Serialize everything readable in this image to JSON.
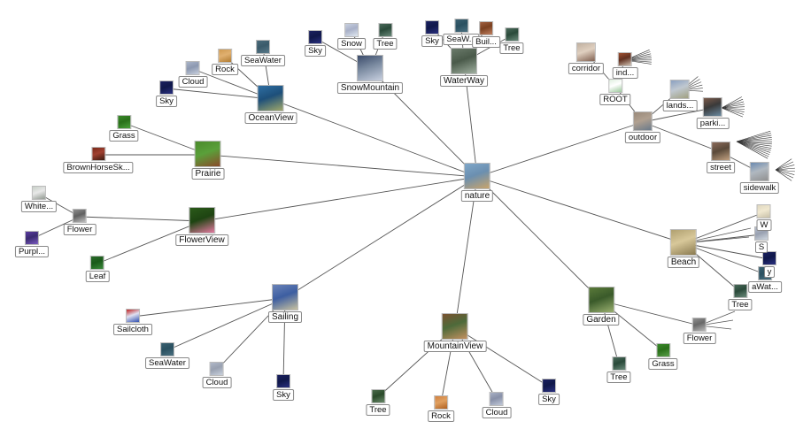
{
  "graph": {
    "center": "nature",
    "nodes": [
      {
        "id": "nature",
        "label": "nature",
        "size": "big",
        "colors": [
          "#7fa7c9",
          "#c9a46b",
          "#6b8fb0"
        ]
      },
      {
        "id": "OceanView",
        "label": "OceanView",
        "size": "big",
        "colors": [
          "#2f6fa3",
          "#a0a86a",
          "#1d4f7a"
        ]
      },
      {
        "id": "Prairie",
        "label": "Prairie",
        "size": "big",
        "colors": [
          "#4a8a2b",
          "#8b4a2a",
          "#5aa03a"
        ]
      },
      {
        "id": "FlowerView",
        "label": "FlowerView",
        "size": "big",
        "colors": [
          "#2b5a1a",
          "#e57aa0",
          "#1e4412"
        ]
      },
      {
        "id": "Sailing",
        "label": "Sailing",
        "size": "big",
        "colors": [
          "#6a83b8",
          "#c7c1a0",
          "#3d5ea1"
        ]
      },
      {
        "id": "MountainView",
        "label": "MountainView",
        "size": "big",
        "colors": [
          "#7a5230",
          "#c39060",
          "#4d6a3a"
        ]
      },
      {
        "id": "Garden",
        "label": "Garden",
        "size": "big",
        "colors": [
          "#5a7a3a",
          "#9ab070",
          "#3a5a2a"
        ]
      },
      {
        "id": "Beach",
        "label": "Beach",
        "size": "big",
        "colors": [
          "#b0a070",
          "#8a7a50",
          "#d8c89a"
        ]
      },
      {
        "id": "outdoor",
        "label": "outdoor",
        "size": "mid",
        "colors": [
          "#9a8a7a",
          "#6a7a8a",
          "#b0a090"
        ]
      },
      {
        "id": "SnowMountain",
        "label": "SnowMountain",
        "size": "big",
        "colors": [
          "#3a4a6a",
          "#c8d0e0",
          "#7a8aa0"
        ]
      },
      {
        "id": "WaterWay",
        "label": "WaterWay",
        "size": "big",
        "colors": [
          "#6a7a6a",
          "#a0b0a0",
          "#4a5a4a"
        ]
      },
      {
        "id": "ROOT",
        "label": "ROOT",
        "size": "small",
        "colors": [
          "#dff0df",
          "#9ac89a",
          "#ffffff"
        ]
      },
      {
        "id": "corridor",
        "label": "corridor",
        "size": "mid",
        "colors": [
          "#c0b0a0",
          "#806050",
          "#e0d0c0"
        ]
      },
      {
        "id": "ind",
        "label": "ind...",
        "size": "small",
        "colors": [
          "#a05030",
          "#d0c0b0",
          "#603020"
        ]
      },
      {
        "id": "lands",
        "label": "lands...",
        "size": "mid",
        "colors": [
          "#8aa0c0",
          "#a0a080",
          "#c0c8d0"
        ]
      },
      {
        "id": "parki",
        "label": "parki...",
        "size": "mid",
        "colors": [
          "#7a5a4a",
          "#6a8aa0",
          "#3a3a3a"
        ]
      },
      {
        "id": "street",
        "label": "street",
        "size": "mid",
        "colors": [
          "#8a6a5a",
          "#c0a080",
          "#5a4a3a"
        ]
      },
      {
        "id": "sidewalk",
        "label": "sidewalk",
        "size": "mid",
        "colors": [
          "#6a8ab0",
          "#909090",
          "#b0b8c0"
        ]
      },
      {
        "id": "oc_sky",
        "label": "Sky",
        "size": "small",
        "colors": [
          "#1a2060",
          "#2a3080",
          "#10184a"
        ]
      },
      {
        "id": "oc_cloud",
        "label": "Cloud",
        "size": "small",
        "colors": [
          "#aab4c8",
          "#c8d0de",
          "#8c98b0"
        ]
      },
      {
        "id": "oc_rock",
        "label": "Rock",
        "size": "small",
        "colors": [
          "#d09a50",
          "#b07a30",
          "#e0b070"
        ]
      },
      {
        "id": "oc_seawater",
        "label": "SeaWater",
        "size": "small",
        "colors": [
          "#4a6a7a",
          "#5a7a8a",
          "#3a5a6a"
        ]
      },
      {
        "id": "pr_grass",
        "label": "Grass",
        "size": "small",
        "colors": [
          "#3a8a2a",
          "#4aa03a",
          "#2a701a"
        ]
      },
      {
        "id": "pr_horse",
        "label": "BrownHorseSk...",
        "size": "small",
        "colors": [
          "#7a2a1a",
          "#3a1a10",
          "#a04030"
        ]
      },
      {
        "id": "fl_flower",
        "label": "Flower",
        "size": "small",
        "colors": [
          "#909090",
          "#c0c0c0",
          "#606060"
        ]
      },
      {
        "id": "fl_leaf",
        "label": "Leaf",
        "size": "small",
        "colors": [
          "#2a6a2a",
          "#3a8a3a",
          "#1a5a1a"
        ]
      },
      {
        "id": "fl_white",
        "label": "White...",
        "size": "small",
        "colors": [
          "#c8d0c8",
          "#909890",
          "#e8e8e8"
        ]
      },
      {
        "id": "fl_purple",
        "label": "Purpl...",
        "size": "small",
        "colors": [
          "#5a3aa0",
          "#7a5ac0",
          "#3a2a70"
        ]
      },
      {
        "id": "sa_sailcloth",
        "label": "Sailcloth",
        "size": "small",
        "colors": [
          "#c02020",
          "#3050b0",
          "#e0e0f0"
        ]
      },
      {
        "id": "sa_seawater",
        "label": "SeaWater",
        "size": "small",
        "colors": [
          "#3a6070",
          "#4a7080",
          "#2a5060"
        ]
      },
      {
        "id": "sa_cloud",
        "label": "Cloud",
        "size": "small",
        "colors": [
          "#b0b8c8",
          "#c8d0dc",
          "#98a0b0"
        ]
      },
      {
        "id": "sa_sky",
        "label": "Sky",
        "size": "small",
        "colors": [
          "#1a2060",
          "#2a3080",
          "#10184a"
        ]
      },
      {
        "id": "mv_tree",
        "label": "Tree",
        "size": "small",
        "colors": [
          "#4a6a4a",
          "#6a8a6a",
          "#2a4a2a"
        ]
      },
      {
        "id": "mv_rock",
        "label": "Rock",
        "size": "small",
        "colors": [
          "#d08040",
          "#b06020",
          "#e0a060"
        ]
      },
      {
        "id": "mv_cloud",
        "label": "Cloud",
        "size": "small",
        "colors": [
          "#a8b0c4",
          "#c0c8d8",
          "#8890a8"
        ]
      },
      {
        "id": "mv_sky",
        "label": "Sky",
        "size": "small",
        "colors": [
          "#1a2060",
          "#2a3080",
          "#10184a"
        ]
      },
      {
        "id": "ga_tree",
        "label": "Tree",
        "size": "small",
        "colors": [
          "#4a6a5a",
          "#6a8a7a",
          "#2a4a3a"
        ]
      },
      {
        "id": "ga_grass",
        "label": "Grass",
        "size": "small",
        "colors": [
          "#3a8a2a",
          "#5aa04a",
          "#2a701a"
        ]
      },
      {
        "id": "ga_flower",
        "label": "Flower",
        "size": "small",
        "colors": [
          "#909090",
          "#b8b8b8",
          "#686868"
        ]
      },
      {
        "id": "be_tree",
        "label": "Tree",
        "size": "small",
        "colors": [
          "#4a6a5a",
          "#6a8a7a",
          "#2a4a3a"
        ]
      },
      {
        "id": "be_seawater",
        "label": "aWat...",
        "size": "small",
        "colors": [
          "#3a6070",
          "#4a7080",
          "#2a5060"
        ]
      },
      {
        "id": "be_sky",
        "label": "y",
        "size": "small",
        "colors": [
          "#1a2060",
          "#2a3080",
          "#10184a"
        ]
      },
      {
        "id": "be_s",
        "label": "S",
        "size": "small",
        "colors": [
          "#b8c0d0",
          "#d0d8e0",
          "#98a0b0"
        ]
      },
      {
        "id": "be_w",
        "label": "W",
        "size": "small",
        "colors": [
          "#e0d8c0",
          "#c8c0a8",
          "#f0e8d0"
        ]
      },
      {
        "id": "sm_sky",
        "label": "Sky",
        "size": "small",
        "colors": [
          "#1a2060",
          "#2a3080",
          "#10184a"
        ]
      },
      {
        "id": "sm_snow",
        "label": "Snow",
        "size": "small",
        "colors": [
          "#c8d0e0",
          "#e0e8f0",
          "#a8b0c8"
        ]
      },
      {
        "id": "sm_tree",
        "label": "Tree",
        "size": "small",
        "colors": [
          "#4a6a5a",
          "#6a8a7a",
          "#2a4a3a"
        ]
      },
      {
        "id": "ww_sky",
        "label": "Sky",
        "size": "small",
        "colors": [
          "#1a2060",
          "#2a3080",
          "#10184a"
        ]
      },
      {
        "id": "ww_seawater",
        "label": "SeaW...",
        "size": "small",
        "colors": [
          "#3a6070",
          "#4a7080",
          "#2a5060"
        ]
      },
      {
        "id": "ww_buil",
        "label": "Buil...",
        "size": "small",
        "colors": [
          "#a06040",
          "#c08060",
          "#7a4020"
        ]
      },
      {
        "id": "ww_tree",
        "label": "Tree",
        "size": "small",
        "colors": [
          "#4a6a5a",
          "#6a8a7a",
          "#2a4a3a"
        ]
      }
    ],
    "edges": [
      [
        "nature",
        "OceanView"
      ],
      [
        "nature",
        "Prairie"
      ],
      [
        "nature",
        "FlowerView"
      ],
      [
        "nature",
        "Sailing"
      ],
      [
        "nature",
        "MountainView"
      ],
      [
        "nature",
        "Garden"
      ],
      [
        "nature",
        "Beach"
      ],
      [
        "nature",
        "outdoor"
      ],
      [
        "nature",
        "SnowMountain"
      ],
      [
        "nature",
        "WaterWay"
      ],
      [
        "OceanView",
        "oc_sky"
      ],
      [
        "OceanView",
        "oc_cloud"
      ],
      [
        "OceanView",
        "oc_rock"
      ],
      [
        "OceanView",
        "oc_seawater"
      ],
      [
        "Prairie",
        "pr_grass"
      ],
      [
        "Prairie",
        "pr_horse"
      ],
      [
        "FlowerView",
        "fl_flower"
      ],
      [
        "FlowerView",
        "fl_leaf"
      ],
      [
        "fl_flower",
        "fl_white"
      ],
      [
        "fl_flower",
        "fl_purple"
      ],
      [
        "Sailing",
        "sa_sailcloth"
      ],
      [
        "Sailing",
        "sa_seawater"
      ],
      [
        "Sailing",
        "sa_cloud"
      ],
      [
        "Sailing",
        "sa_sky"
      ],
      [
        "MountainView",
        "mv_tree"
      ],
      [
        "MountainView",
        "mv_rock"
      ],
      [
        "MountainView",
        "mv_cloud"
      ],
      [
        "MountainView",
        "mv_sky"
      ],
      [
        "Garden",
        "ga_tree"
      ],
      [
        "Garden",
        "ga_grass"
      ],
      [
        "Garden",
        "ga_flower"
      ],
      [
        "Beach",
        "be_tree"
      ],
      [
        "Beach",
        "be_seawater"
      ],
      [
        "Beach",
        "be_sky"
      ],
      [
        "Beach",
        "be_s"
      ],
      [
        "Beach",
        "be_w"
      ],
      [
        "SnowMountain",
        "sm_sky"
      ],
      [
        "SnowMountain",
        "sm_snow"
      ],
      [
        "SnowMountain",
        "sm_tree"
      ],
      [
        "WaterWay",
        "ww_sky"
      ],
      [
        "WaterWay",
        "ww_seawater"
      ],
      [
        "WaterWay",
        "ww_buil"
      ],
      [
        "WaterWay",
        "ww_tree"
      ],
      [
        "outdoor",
        "ROOT"
      ],
      [
        "outdoor",
        "lands"
      ],
      [
        "outdoor",
        "parki"
      ],
      [
        "outdoor",
        "street"
      ],
      [
        "street",
        "sidewalk"
      ],
      [
        "ROOT",
        "corridor"
      ],
      [
        "ROOT",
        "ind"
      ]
    ]
  }
}
